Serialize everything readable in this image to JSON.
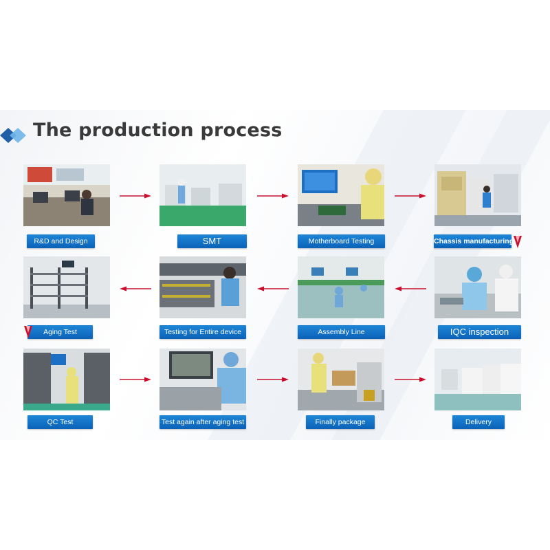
{
  "title": "The production process",
  "colors": {
    "label_bg": "#0a6fc7",
    "arrow": "#c8102e",
    "title": "#3a3a3a",
    "logo_dark": "#1f5fa8",
    "logo_light": "#6fb6e8"
  },
  "steps": [
    {
      "label": "R&D and Design",
      "photo": "office-workstations-photo"
    },
    {
      "label": "SMT",
      "photo": "smt-line-photo"
    },
    {
      "label": "Motherboard Testing",
      "photo": "motherboard-testing-photo"
    },
    {
      "label": "Chassis manufacturing",
      "photo": "chassis-machine-photo"
    },
    {
      "label": "IQC inspection",
      "photo": "iqc-inspection-photo"
    },
    {
      "label": "Assembly Line",
      "photo": "assembly-line-photo"
    },
    {
      "label": "Testing for Entire device",
      "photo": "device-testing-photo"
    },
    {
      "label": "Aging Test",
      "photo": "aging-racks-photo"
    },
    {
      "label": "QC Test",
      "photo": "qc-test-photo"
    },
    {
      "label": "Test again after aging test",
      "photo": "retest-photo"
    },
    {
      "label": "Finally package",
      "photo": "packaging-photo"
    },
    {
      "label": "Delivery",
      "photo": "warehouse-boxes-photo"
    }
  ]
}
